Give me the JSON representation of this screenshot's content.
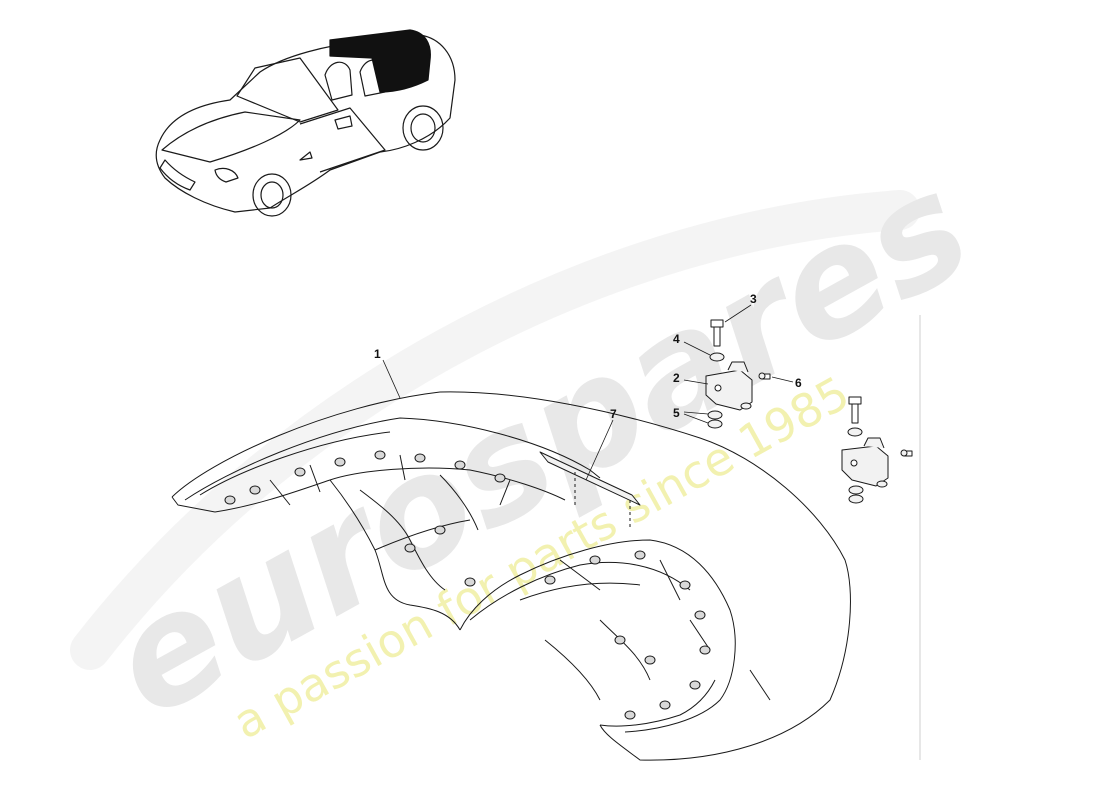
{
  "callouts": {
    "c1": "1",
    "c2": "2",
    "c3": "3",
    "c4": "4",
    "c5": "5",
    "c6": "6",
    "c7": "7"
  },
  "watermark": {
    "brand": "eurospares",
    "tagline": "a passion for parts since 1985",
    "brand_color": "#e6e6e6",
    "tagline_color": "#f1f0a8"
  },
  "colors": {
    "line": "#1a1a1a",
    "highlight": "#111111"
  }
}
